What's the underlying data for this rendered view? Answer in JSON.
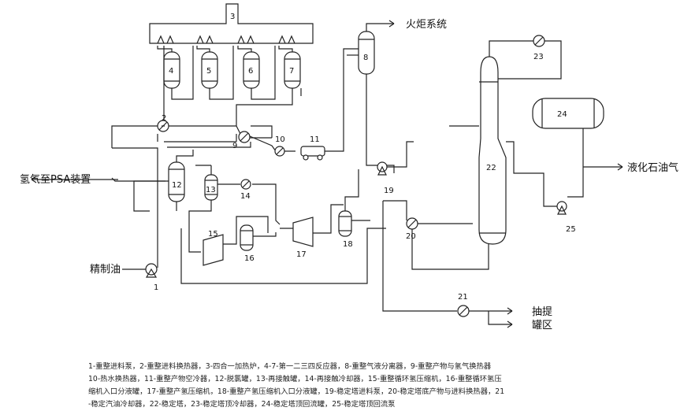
{
  "labels": {
    "flare": "火炬系统",
    "hydrogen_psa": "氢气至PSA装置",
    "refined_oil": "精制油",
    "lpg": "液化石油气",
    "extract": "抽提",
    "tank_area": "罐区"
  },
  "numbers": [
    "1",
    "2",
    "3",
    "4",
    "5",
    "6",
    "7",
    "8",
    "9",
    "10",
    "11",
    "12",
    "13",
    "14",
    "15",
    "16",
    "17",
    "18",
    "19",
    "20",
    "21",
    "22",
    "23",
    "24",
    "25"
  ],
  "legend": [
    "1-重整进料泵，2-重整进料换热器，3-四合一加热炉，4-7-第一二三四反应器，8-重整气液分离器，9-重整产物与氢气换热器",
    "10-热水换热器，11-重整产物空冷器，12-脱氯罐，13-再接触罐，14-再接触冷却器，15-重整循环氢压缩机，16-重整循环氢压",
    "缩机入口分液罐，17-重整产氢压缩机，18-重整产氢压缩机入口分液罐，19-稳定塔进料泵，20-稳定塔底产物与进料换热器，21",
    "-稳定汽油冷却器，22-稳定塔，23-稳定塔顶冷却器，24-稳定塔顶回流罐，25-稳定塔顶回流泵"
  ]
}
